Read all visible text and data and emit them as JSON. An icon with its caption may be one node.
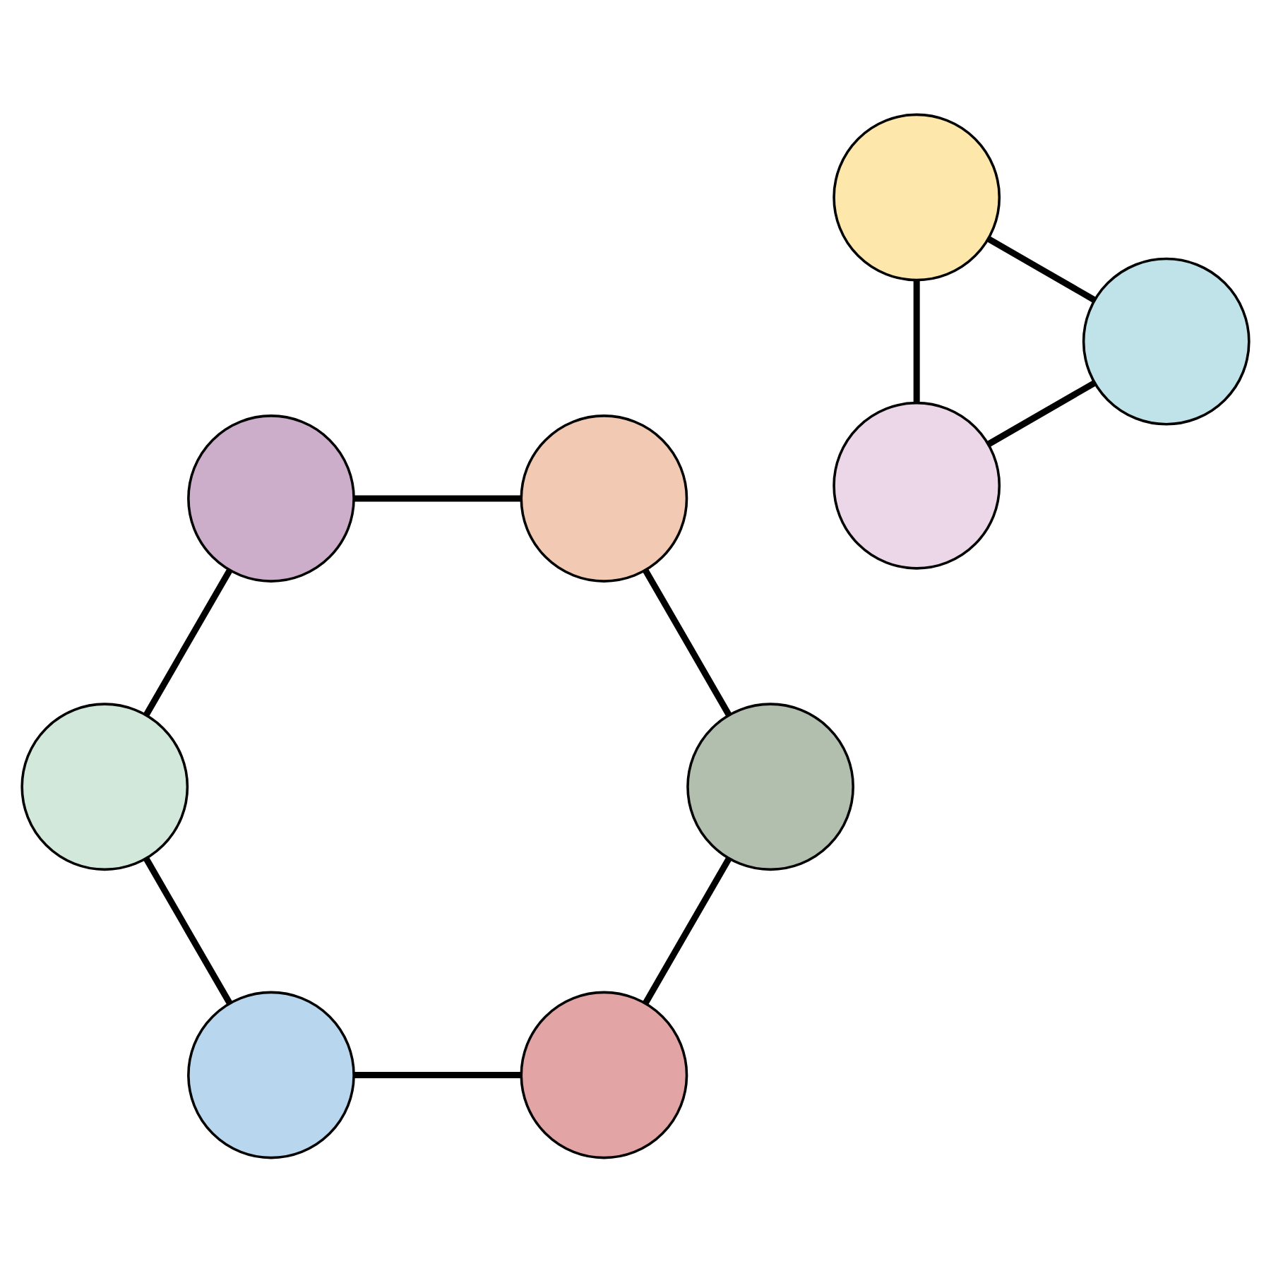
{
  "diagram": {
    "nodes": [
      {
        "text": [],
        "shape": "circle"
      },
      {
        "text": [],
        "shape": "circle"
      },
      {
        "text": [],
        "shape": "circle"
      },
      {
        "text": [],
        "shape": "circle"
      },
      {
        "text": [],
        "shape": "circle"
      },
      {
        "text": [],
        "shape": "circle"
      },
      {
        "text": [],
        "shape": "circle"
      },
      {
        "text": [],
        "shape": "circle"
      },
      {
        "text": [],
        "shape": "circle"
      }
    ],
    "edges": [
      {
        "from": 0,
        "to": 6,
        "arrow": "none"
      },
      {
        "from": 0,
        "to": 5,
        "arrow": "none"
      },
      {
        "from": 1,
        "to": 4,
        "arrow": "none"
      },
      {
        "from": 1,
        "to": 7,
        "arrow": "none"
      },
      {
        "from": 2,
        "to": 3,
        "arrow": "none"
      },
      {
        "from": 2,
        "to": 8,
        "arrow": "none"
      },
      {
        "from": 3,
        "to": 7,
        "arrow": "none"
      },
      {
        "from": 5,
        "to": 6,
        "arrow": "none"
      },
      {
        "from": 4,
        "to": 8,
        "arrow": "none"
      }
    ]
  }
}
